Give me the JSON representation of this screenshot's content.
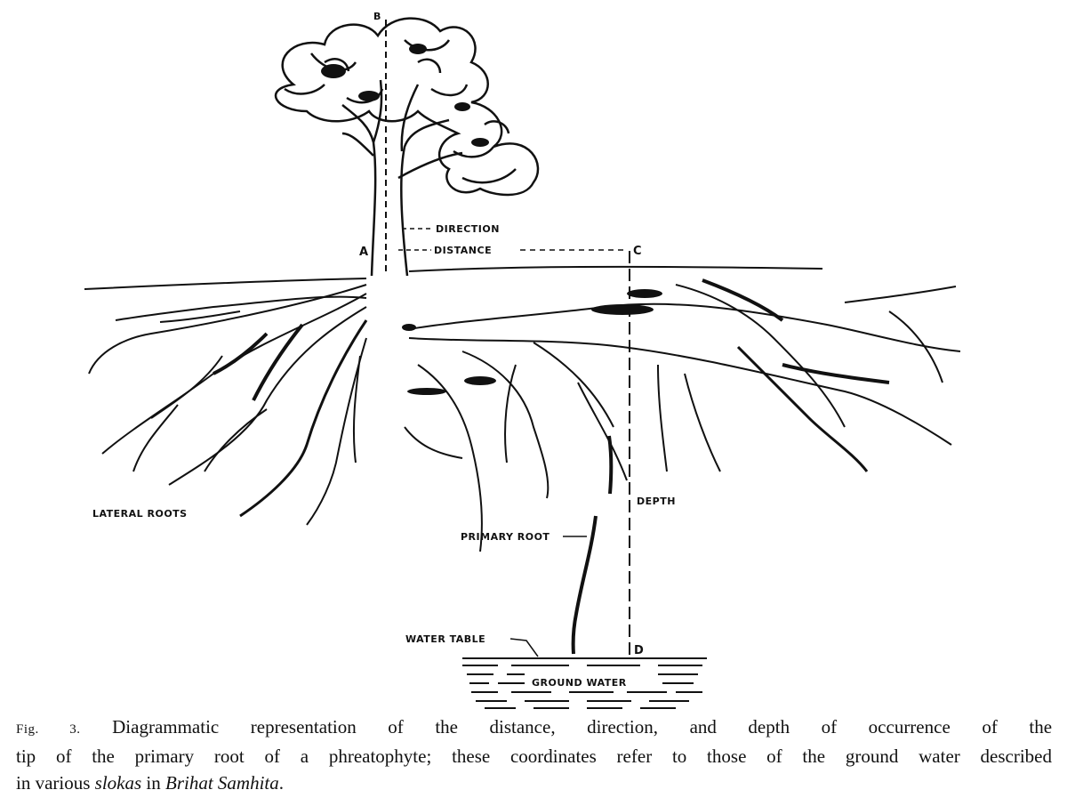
{
  "labels": {
    "b": "B",
    "a": "A",
    "c": "C",
    "d": "D",
    "direction": "DIRECTION",
    "distance": "DISTANCE",
    "depth": "DEPTH",
    "lateral_roots": "LATERAL ROOTS",
    "primary_root": "PRIMARY ROOT",
    "water_table": "WATER TABLE",
    "ground_water": "GROUND WATER"
  },
  "caption": {
    "fig_label": "Fig. 3.",
    "line1": "Diagrammatic representation of the distance, direction, and depth of occurrence of the",
    "line2": "tip of the primary root of a phreatophyte; these coordinates refer to those of the ground water described",
    "line3_pre": "in various",
    "slokas": "slokas",
    "line3_mid": "in",
    "book": "Brihat Samhita",
    "line3_end": "."
  }
}
